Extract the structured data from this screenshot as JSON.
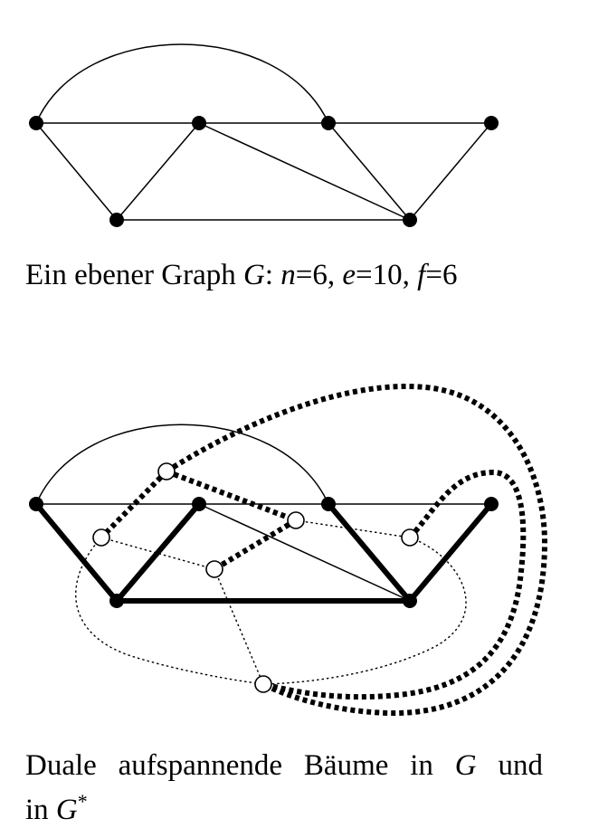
{
  "figure1": {
    "caption": {
      "prefix": "Ein ebener Graph ",
      "graph_symbol": "G",
      "colon": ": ",
      "n_var": "n",
      "n_val": "=6, ",
      "e_var": "e",
      "e_val": "=10, ",
      "f_var": "f",
      "f_val": "=6"
    }
  },
  "figure2": {
    "caption": {
      "words": [
        "Duale",
        "aufspannende",
        "Bäume",
        "in"
      ],
      "graph_symbol": "G",
      "word_und": "und",
      "line2_prefix": "in ",
      "dual_graph_symbol": "G",
      "dual_superscript": "*"
    }
  },
  "colors": {
    "ink": "#000000",
    "background": "#ffffff"
  }
}
